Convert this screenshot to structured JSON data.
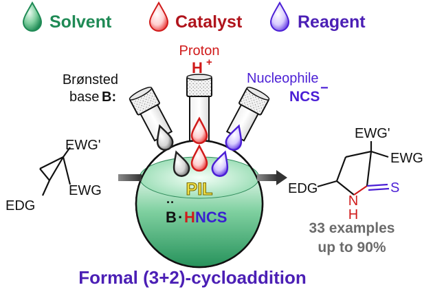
{
  "legend": {
    "solvent": "Solvent",
    "catalyst": "Catalyst",
    "reagent": "Reagent"
  },
  "colors": {
    "solvent": "#1f8a55",
    "catalyst": "#c0141c",
    "reagent": "#4b1fb5",
    "gray_text": "#6b6b6b",
    "title": "#4b1fb5"
  },
  "proton": {
    "label": "Proton",
    "symbol": "H",
    "charge": "+"
  },
  "bronsted": {
    "line1": "Brønsted",
    "line2": "base",
    "symbol": "B:"
  },
  "nucleophile": {
    "label": "Nucleophile",
    "symbol": "NCS",
    "charge": "−"
  },
  "reactant": {
    "ewg_prime": "EWG'",
    "ewg": "EWG",
    "edg": "EDG"
  },
  "flask": {
    "label": "PIL",
    "base": "B",
    "dots": "··",
    "mid_dot": "·",
    "h": "H",
    "ncs": "NCS"
  },
  "product": {
    "ewg_prime": "EWG'",
    "ewg": "EWG",
    "edg": "EDG",
    "n": "N",
    "h": "H",
    "s": "S"
  },
  "yield": {
    "line1": "33 examples",
    "line2": "up to 90%"
  },
  "title": "Formal (3+2)-cycloaddition"
}
